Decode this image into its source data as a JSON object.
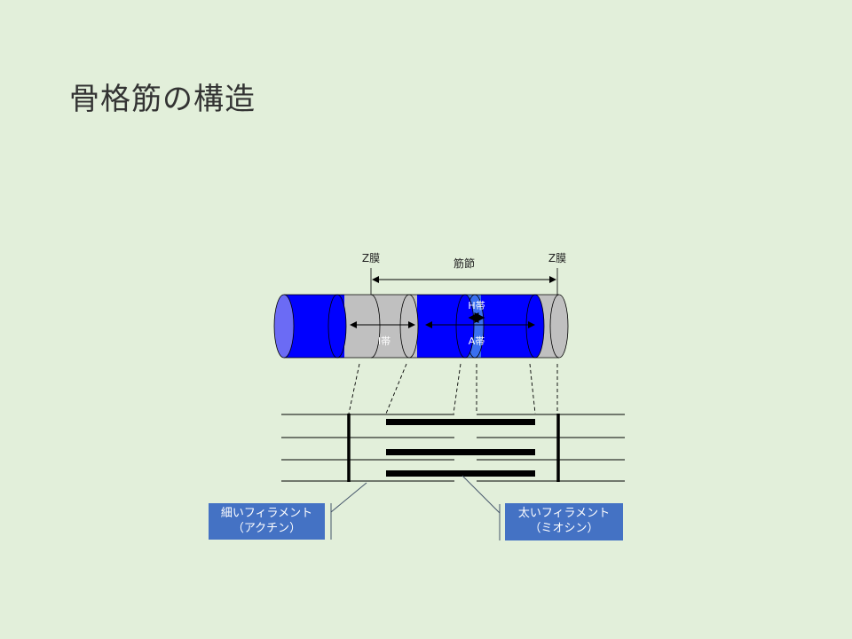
{
  "title": "骨格筋の構造",
  "labels": {
    "z_left": "Z膜",
    "z_right": "Z膜",
    "sarcomere": "筋節",
    "h_band": "H帯",
    "i_band": "I帯",
    "a_band": "A帯"
  },
  "callouts": {
    "thin": {
      "line1": "細いフィラメント",
      "line2": "（アクチン）"
    },
    "thick": {
      "line1": "太いフィラメント",
      "line2": "（ミオシン）"
    }
  },
  "colors": {
    "background": "#e2efda",
    "blue": "#0000ff",
    "light_blue": "#3a6ff0",
    "gray": "#c0c0c0",
    "end_cap": "#6b6bf5",
    "callout": "#4472c4"
  }
}
